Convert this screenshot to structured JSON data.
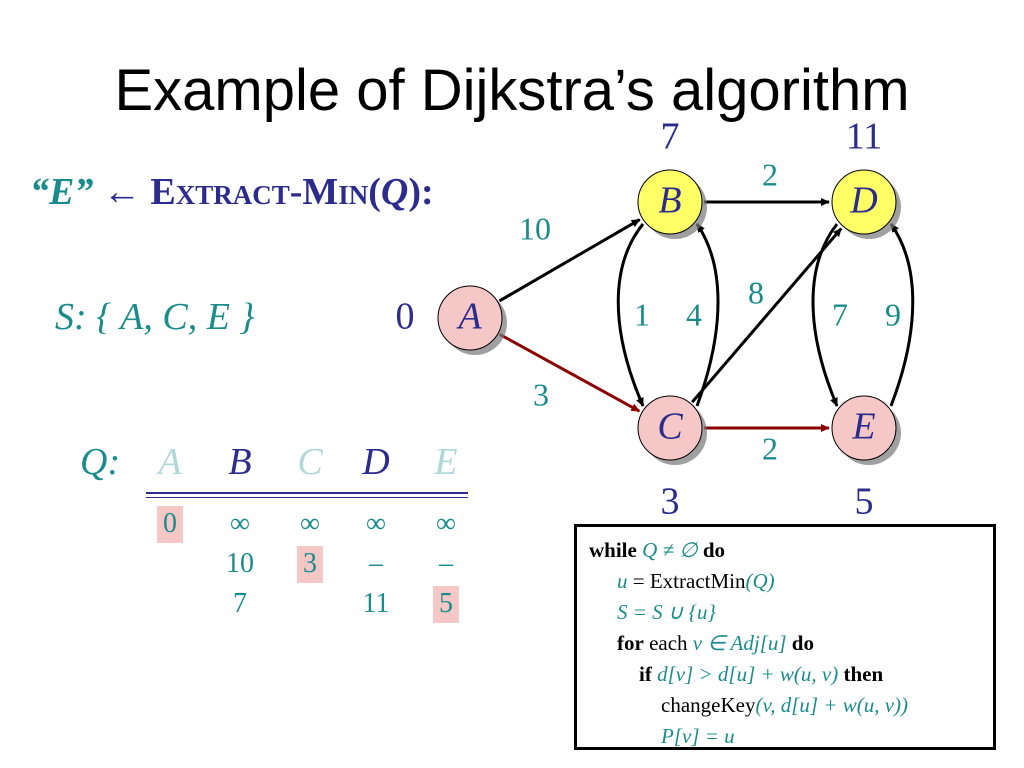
{
  "title": "Example of Dijkstra’s algorithm",
  "extract": {
    "lhs": "“E”",
    "arrow": "←",
    "func": "Extract-Min",
    "open": "(",
    "arg": "Q",
    "close": "):"
  },
  "set_s": "S: { A, C, E }",
  "queue": {
    "label": "Q:",
    "headers": [
      "A",
      "B",
      "C",
      "D",
      "E"
    ],
    "header_colors": [
      "#b0d8d8",
      "#2c2c8c",
      "#b0d8d8",
      "#2c2c8c",
      "#b0d8d8"
    ],
    "rows": [
      [
        "0",
        "∞",
        "∞",
        "∞",
        "∞"
      ],
      [
        "",
        "10",
        "3",
        "–",
        "–"
      ],
      [
        "",
        "7",
        "",
        "11",
        "5"
      ]
    ],
    "highlighted": [
      [
        0,
        0
      ],
      [
        1,
        2
      ],
      [
        2,
        4
      ]
    ]
  },
  "graph": {
    "nodes": [
      {
        "id": "A",
        "label": "A",
        "fill": "#f6c7c7",
        "distance": "0"
      },
      {
        "id": "B",
        "label": "B",
        "fill": "#ffff66",
        "distance": "7"
      },
      {
        "id": "C",
        "label": "C",
        "fill": "#f6c7c7",
        "distance": "3"
      },
      {
        "id": "D",
        "label": "D",
        "fill": "#ffff66",
        "distance": "11"
      },
      {
        "id": "E",
        "label": "E",
        "fill": "#f6c7c7",
        "distance": "5"
      }
    ],
    "edges": [
      {
        "from": "A",
        "to": "B",
        "weight": "10",
        "color": "#000000"
      },
      {
        "from": "A",
        "to": "C",
        "weight": "3",
        "color": "#8b0000"
      },
      {
        "from": "B",
        "to": "D",
        "weight": "2",
        "color": "#000000"
      },
      {
        "from": "C",
        "to": "D",
        "weight": "8",
        "color": "#000000"
      },
      {
        "from": "C",
        "to": "E",
        "weight": "2",
        "color": "#8b0000"
      },
      {
        "from": "B",
        "to": "C",
        "weight": "1",
        "color": "#000000"
      },
      {
        "from": "C",
        "to": "B",
        "weight": "4",
        "color": "#000000"
      },
      {
        "from": "D",
        "to": "E",
        "weight": "7",
        "color": "#000000"
      },
      {
        "from": "E",
        "to": "D",
        "weight": "9",
        "color": "#000000"
      }
    ]
  },
  "code": {
    "l1": {
      "kw1": "while",
      "expr": "Q ≠ ∅",
      "kw2": "do"
    },
    "l2": {
      "a": "u",
      "b": " = ",
      "c": "ExtractMin",
      "d": "(Q)"
    },
    "l3": {
      "expr": "S = S ∪ {u}"
    },
    "l4": {
      "kw1": "for",
      "t": " each ",
      "expr": "v ∈ Adj[u]",
      "kw2": "do"
    },
    "l5": {
      "kw1": "if",
      "expr": "d[v] > d[u] + w(u, v)",
      "kw2": "then"
    },
    "l6": {
      "fn": "changeKey",
      "expr": "(v, d[u] + w(u, v))"
    },
    "l7": {
      "expr": "P[v] = u"
    }
  }
}
